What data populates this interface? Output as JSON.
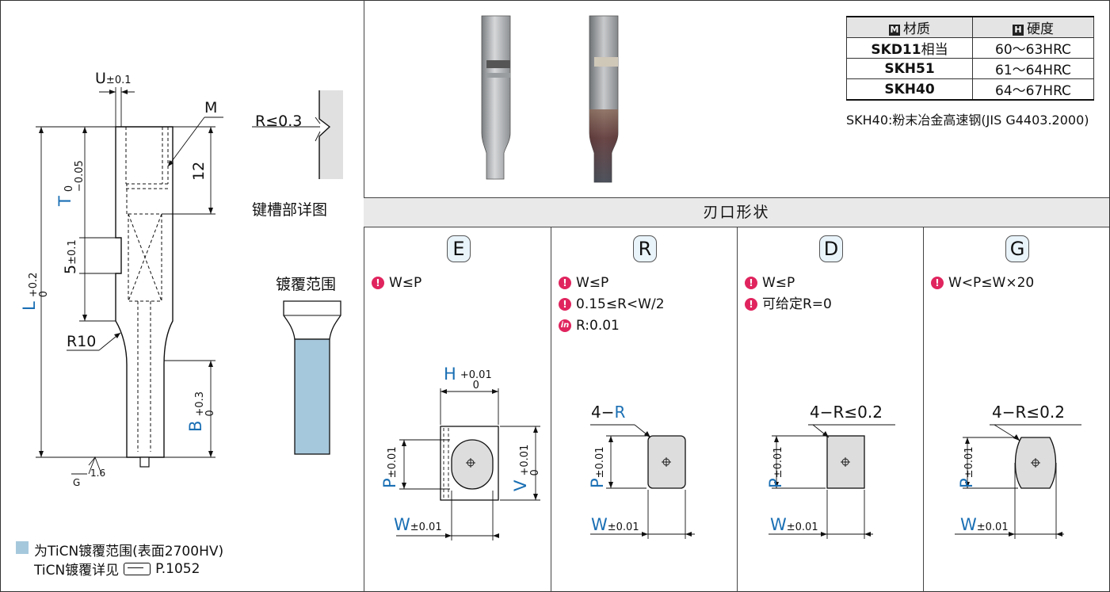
{
  "main_drawing": {
    "u_label": "U",
    "u_tol": "±0.1",
    "m_label": "M",
    "t_label": "T",
    "t_tol_upper": "0",
    "t_tol_lower": "−0.05",
    "dim_12": "12",
    "five_label": "5",
    "five_tol": "±0.1",
    "l_label": "L",
    "l_tol_upper": "+0.2",
    "l_tol_lower": "0",
    "r10_label": "R10",
    "b_label": "B",
    "b_tol_upper": "+0.3",
    "b_tol_lower": "0",
    "surface_label": "G",
    "surface_value": "1.6"
  },
  "keyway": {
    "r_label": "R≤0.3",
    "caption": "键槽部详图"
  },
  "coating": {
    "caption": "镀覆范围",
    "fill_color": "#a6c8dc"
  },
  "legend": {
    "line1": "为TiCN镀覆范围(表面2700HV)",
    "line2_prefix": "TiCN镀覆详见",
    "line2_ref": "P.1052",
    "swatch_color": "#a6c8dc"
  },
  "material_table": {
    "header_material_icon": "M",
    "header_material": "材质",
    "header_hardness_icon": "H",
    "header_hardness": "硬度",
    "rows": [
      {
        "material": "SKD11",
        "suffix": "相当",
        "hardness": "60～63HRC"
      },
      {
        "material": "SKH51",
        "suffix": "",
        "hardness": "61～64HRC"
      },
      {
        "material": "SKH40",
        "suffix": "",
        "hardness": "64～67HRC"
      }
    ],
    "note": "SKH40:粉末冶金高速钢(JIS G4403.2000)"
  },
  "section_title": "刃口形状",
  "shapes": [
    {
      "code": "E",
      "notes": [
        "W≤P"
      ],
      "h_label": "H",
      "h_tol_upper": "+0.01",
      "h_tol_lower": "0",
      "p_label": "P",
      "p_tol": "±0.01",
      "v_label": "V",
      "v_tol_upper": "+0.01",
      "v_tol_lower": "0",
      "w_label": "W",
      "w_tol": "±0.01"
    },
    {
      "code": "R",
      "notes": [
        "W≤P",
        "0.15≤R<W/2"
      ],
      "extra_note": "R:0.01",
      "corner_prefix": "4−",
      "corner_label": "R",
      "p_label": "P",
      "p_tol": "±0.01",
      "w_label": "W",
      "w_tol": "±0.01"
    },
    {
      "code": "D",
      "notes": [
        "W≤P",
        "可给定R=0"
      ],
      "corner_label": "4−R≤0.2",
      "p_label": "P",
      "p_tol": "±0.01",
      "w_label": "W",
      "w_tol": "±0.01"
    },
    {
      "code": "G",
      "notes": [
        "W<P≤W×20"
      ],
      "corner_label": "4−R≤0.2",
      "p_label": "P",
      "p_tol": "±0.01",
      "w_label": "W",
      "w_tol": "±0.01"
    }
  ],
  "colors": {
    "accent_blue": "#1a6fb4",
    "note_icon": "#e0245e",
    "badge_bg": "#e9f3fa"
  }
}
